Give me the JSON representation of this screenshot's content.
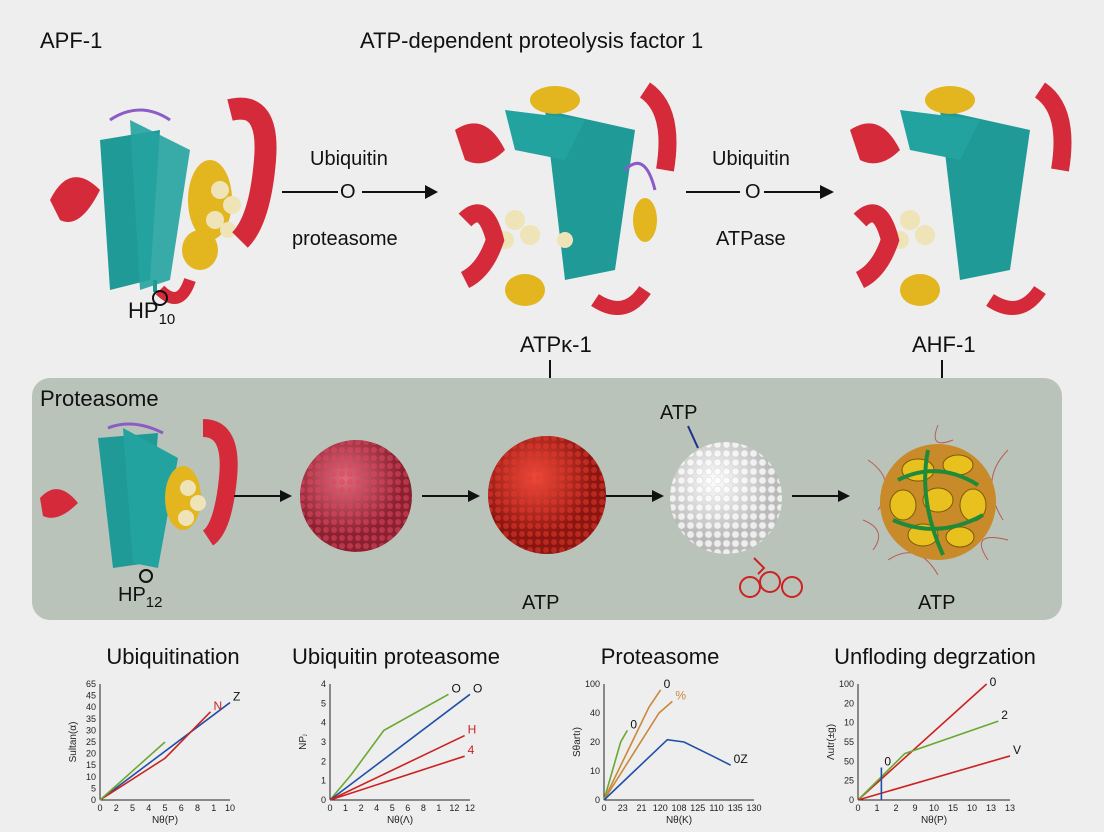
{
  "header": {
    "left_label": "APF-1",
    "title": "ATP-dependent proteolysis factor 1"
  },
  "top_row": {
    "protein_label_base": "HP",
    "protein_label_sub": "10",
    "arrow1_top": "Ubiquitin",
    "arrow1_mid": "O",
    "arrow1_bottom": "proteasome",
    "arrow2_top": "Ubiquitin",
    "arrow2_mid": "O",
    "arrow2_bottom": "ATPase",
    "down_label_left": "ATPĸ-1",
    "down_label_right": "AHF-1"
  },
  "proteasome_panel": {
    "title": "Proteasome",
    "protein_label_base": "HP",
    "protein_label_sub": "12",
    "atp_label_1": "ATP",
    "atp_label_top": "ATP",
    "atp_label_2": "ATP",
    "colors": {
      "panel": "#b9c3ba",
      "sphere_pink": "#c0394f",
      "sphere_red": "#cc2a22",
      "sphere_white": "#f2f2f2",
      "helix_red": "#d42a3a",
      "sheet_teal": "#1f9a97",
      "helix_yellow": "#e3b51f"
    }
  },
  "chart_data": [
    {
      "type": "line",
      "title": "Ubiquitination",
      "ylabel": "Sultan(α)",
      "xlabel": "Nθ(P)",
      "yticks": [
        "0",
        "5",
        "10",
        "15",
        "20",
        "25",
        "30",
        "35",
        "40",
        "45",
        "65"
      ],
      "xticks": [
        "0",
        "2",
        "5",
        "4",
        "5",
        "6",
        "8",
        "1",
        "10"
      ],
      "ylim": [
        0,
        50
      ],
      "xlim": [
        0,
        10
      ],
      "series": [
        {
          "name": "Z",
          "color": "#1f4fa8",
          "x": [
            0,
            10
          ],
          "y": [
            0,
            42
          ]
        },
        {
          "name": "N",
          "color": "#cc2222",
          "x": [
            0,
            5,
            8.5
          ],
          "y": [
            0,
            18,
            38
          ]
        },
        {
          "name": "",
          "color": "#6aa832",
          "x": [
            0,
            3,
            5
          ],
          "y": [
            0,
            15,
            25
          ]
        }
      ]
    },
    {
      "type": "line",
      "title": "Ubiquitin proteasome",
      "ylabel": "NPⱼ",
      "xlabel": "Nθ(Λ)",
      "yticks": [
        "0",
        "1",
        "2",
        "3",
        "4",
        "5",
        "4"
      ],
      "xticks": [
        "0",
        "1",
        "2",
        "4",
        "5",
        "6",
        "8",
        "1",
        "12",
        "12"
      ],
      "ylim": [
        0,
        4.5
      ],
      "xlim": [
        0,
        13
      ],
      "series": [
        {
          "name": "O",
          "color": "#6aa832",
          "x": [
            0,
            2,
            5,
            11
          ],
          "y": [
            0,
            1,
            2.7,
            4.1
          ]
        },
        {
          "name": "O",
          "color": "#1f4fa8",
          "x": [
            0,
            13
          ],
          "y": [
            0,
            4.1
          ]
        },
        {
          "name": "H",
          "color": "#cc2222",
          "x": [
            0,
            5,
            12.5
          ],
          "y": [
            0,
            1,
            2.5
          ]
        },
        {
          "name": "4",
          "color": "#cc2222",
          "x": [
            0,
            12.5
          ],
          "y": [
            0,
            1.7
          ]
        }
      ]
    },
    {
      "type": "line",
      "title": "Proteasome",
      "ylabel": "Sθartı)",
      "xlabel": "Nθ(Κ)",
      "yticks": [
        "0",
        "10",
        "20",
        "40",
        "100"
      ],
      "xticks": [
        "0",
        "23",
        "21",
        "120",
        "108",
        "125",
        "110",
        "135",
        "130"
      ],
      "ylim": [
        0,
        100
      ],
      "xlim": [
        0,
        9
      ],
      "series": [
        {
          "name": "0",
          "color": "#6aa832",
          "x": [
            0,
            1,
            1.4
          ],
          "y": [
            0,
            50,
            60
          ]
        },
        {
          "name": "0",
          "color": "#c9893a",
          "x": [
            0,
            2.7,
            3.4
          ],
          "y": [
            0,
            80,
            95
          ]
        },
        {
          "name": "%",
          "color": "#c9893a",
          "x": [
            0,
            3.3,
            4.1
          ],
          "y": [
            0,
            75,
            85
          ]
        },
        {
          "name": "0Ζ",
          "color": "#1f4fa8",
          "x": [
            0,
            3.8,
            4.8,
            6.5,
            7.6
          ],
          "y": [
            0,
            52,
            50,
            38,
            30
          ]
        }
      ]
    },
    {
      "type": "line",
      "title": "Unfloding degrzation",
      "ylabel": "Λutr(±g)",
      "xlabel": "Nθ(P)",
      "yticks": [
        "0",
        "25",
        "50",
        "55",
        "10",
        "20",
        "100"
      ],
      "xticks": [
        "0",
        "1",
        "2",
        "9",
        "10",
        "15",
        "10",
        "13",
        "13"
      ],
      "ylim": [
        0,
        100
      ],
      "xlim": [
        0,
        13
      ],
      "series": [
        {
          "name": "0",
          "color": "#cc2222",
          "x": [
            0,
            11
          ],
          "y": [
            0,
            100
          ]
        },
        {
          "name": "2",
          "color": "#6aa832",
          "x": [
            0,
            4,
            12
          ],
          "y": [
            0,
            40,
            68
          ]
        },
        {
          "name": "V",
          "color": "#cc2222",
          "x": [
            0,
            13
          ],
          "y": [
            0,
            38
          ]
        },
        {
          "name": "0",
          "color": "#1f4fa8",
          "x": [
            2,
            2
          ],
          "y": [
            0,
            28
          ]
        }
      ]
    }
  ]
}
